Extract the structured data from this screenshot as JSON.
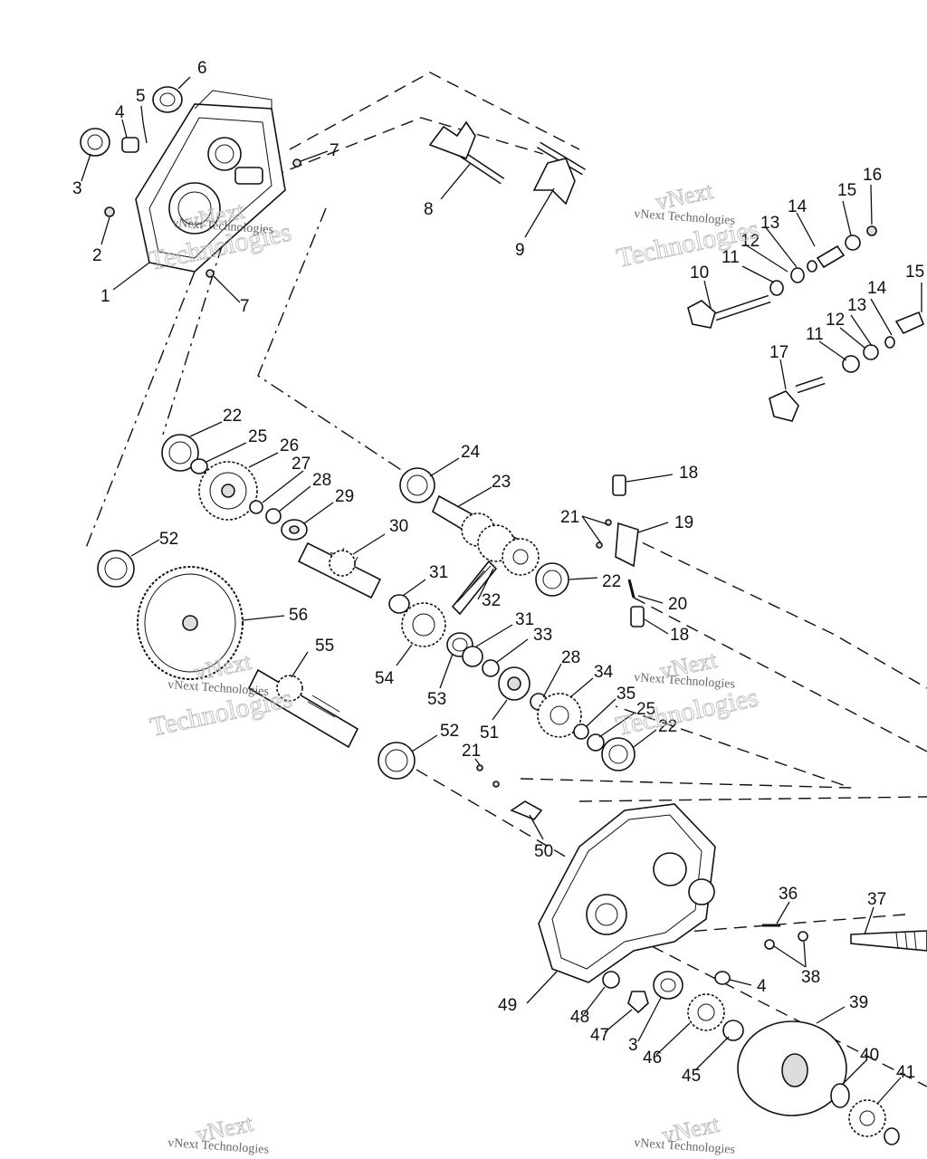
{
  "watermark": {
    "line1": "vNext",
    "line2": "Technologies",
    "caption": "vNext Technologies"
  },
  "callouts": [
    {
      "id": "c6",
      "label": "6"
    },
    {
      "id": "c5",
      "label": "5"
    },
    {
      "id": "c4a",
      "label": "4"
    },
    {
      "id": "c3a",
      "label": "3"
    },
    {
      "id": "c7a",
      "label": "7"
    },
    {
      "id": "c7b",
      "label": "7"
    },
    {
      "id": "c2",
      "label": "2"
    },
    {
      "id": "c1",
      "label": "1"
    },
    {
      "id": "c8",
      "label": "8"
    },
    {
      "id": "c9",
      "label": "9"
    },
    {
      "id": "c16",
      "label": "16"
    },
    {
      "id": "c15a",
      "label": "15"
    },
    {
      "id": "c14a",
      "label": "14"
    },
    {
      "id": "c13a",
      "label": "13"
    },
    {
      "id": "c12a",
      "label": "12"
    },
    {
      "id": "c11a",
      "label": "11"
    },
    {
      "id": "c10",
      "label": "10"
    },
    {
      "id": "c15b",
      "label": "15"
    },
    {
      "id": "c14b",
      "label": "14"
    },
    {
      "id": "c13b",
      "label": "13"
    },
    {
      "id": "c12b",
      "label": "12"
    },
    {
      "id": "c11b",
      "label": "11"
    },
    {
      "id": "c17",
      "label": "17"
    },
    {
      "id": "c22a",
      "label": "22"
    },
    {
      "id": "c25a",
      "label": "25"
    },
    {
      "id": "c26",
      "label": "26"
    },
    {
      "id": "c27",
      "label": "27"
    },
    {
      "id": "c28a",
      "label": "28"
    },
    {
      "id": "c29",
      "label": "29"
    },
    {
      "id": "c24",
      "label": "24"
    },
    {
      "id": "c23",
      "label": "23"
    },
    {
      "id": "c18a",
      "label": "18"
    },
    {
      "id": "c21a",
      "label": "21"
    },
    {
      "id": "c19",
      "label": "19"
    },
    {
      "id": "c22b",
      "label": "22"
    },
    {
      "id": "c20",
      "label": "20"
    },
    {
      "id": "c18b",
      "label": "18"
    },
    {
      "id": "c52a",
      "label": "52"
    },
    {
      "id": "c30",
      "label": "30"
    },
    {
      "id": "c31a",
      "label": "31"
    },
    {
      "id": "c32",
      "label": "32"
    },
    {
      "id": "c56",
      "label": "56"
    },
    {
      "id": "c55",
      "label": "55"
    },
    {
      "id": "c31b",
      "label": "31"
    },
    {
      "id": "c33",
      "label": "33"
    },
    {
      "id": "c54",
      "label": "54"
    },
    {
      "id": "c53",
      "label": "53"
    },
    {
      "id": "c28b",
      "label": "28"
    },
    {
      "id": "c34",
      "label": "34"
    },
    {
      "id": "c35",
      "label": "35"
    },
    {
      "id": "c25b",
      "label": "25"
    },
    {
      "id": "c22c",
      "label": "22"
    },
    {
      "id": "c51",
      "label": "51"
    },
    {
      "id": "c52b",
      "label": "52"
    },
    {
      "id": "c21b",
      "label": "21"
    },
    {
      "id": "c50",
      "label": "50"
    },
    {
      "id": "c36",
      "label": "36"
    },
    {
      "id": "c37",
      "label": "37"
    },
    {
      "id": "c38",
      "label": "38"
    },
    {
      "id": "c4b",
      "label": "4"
    },
    {
      "id": "c49",
      "label": "49"
    },
    {
      "id": "c48",
      "label": "48"
    },
    {
      "id": "c47",
      "label": "47"
    },
    {
      "id": "c3b",
      "label": "3"
    },
    {
      "id": "c46",
      "label": "46"
    },
    {
      "id": "c45",
      "label": "45"
    },
    {
      "id": "c39",
      "label": "39"
    },
    {
      "id": "c40",
      "label": "40"
    },
    {
      "id": "c41",
      "label": "41"
    }
  ]
}
